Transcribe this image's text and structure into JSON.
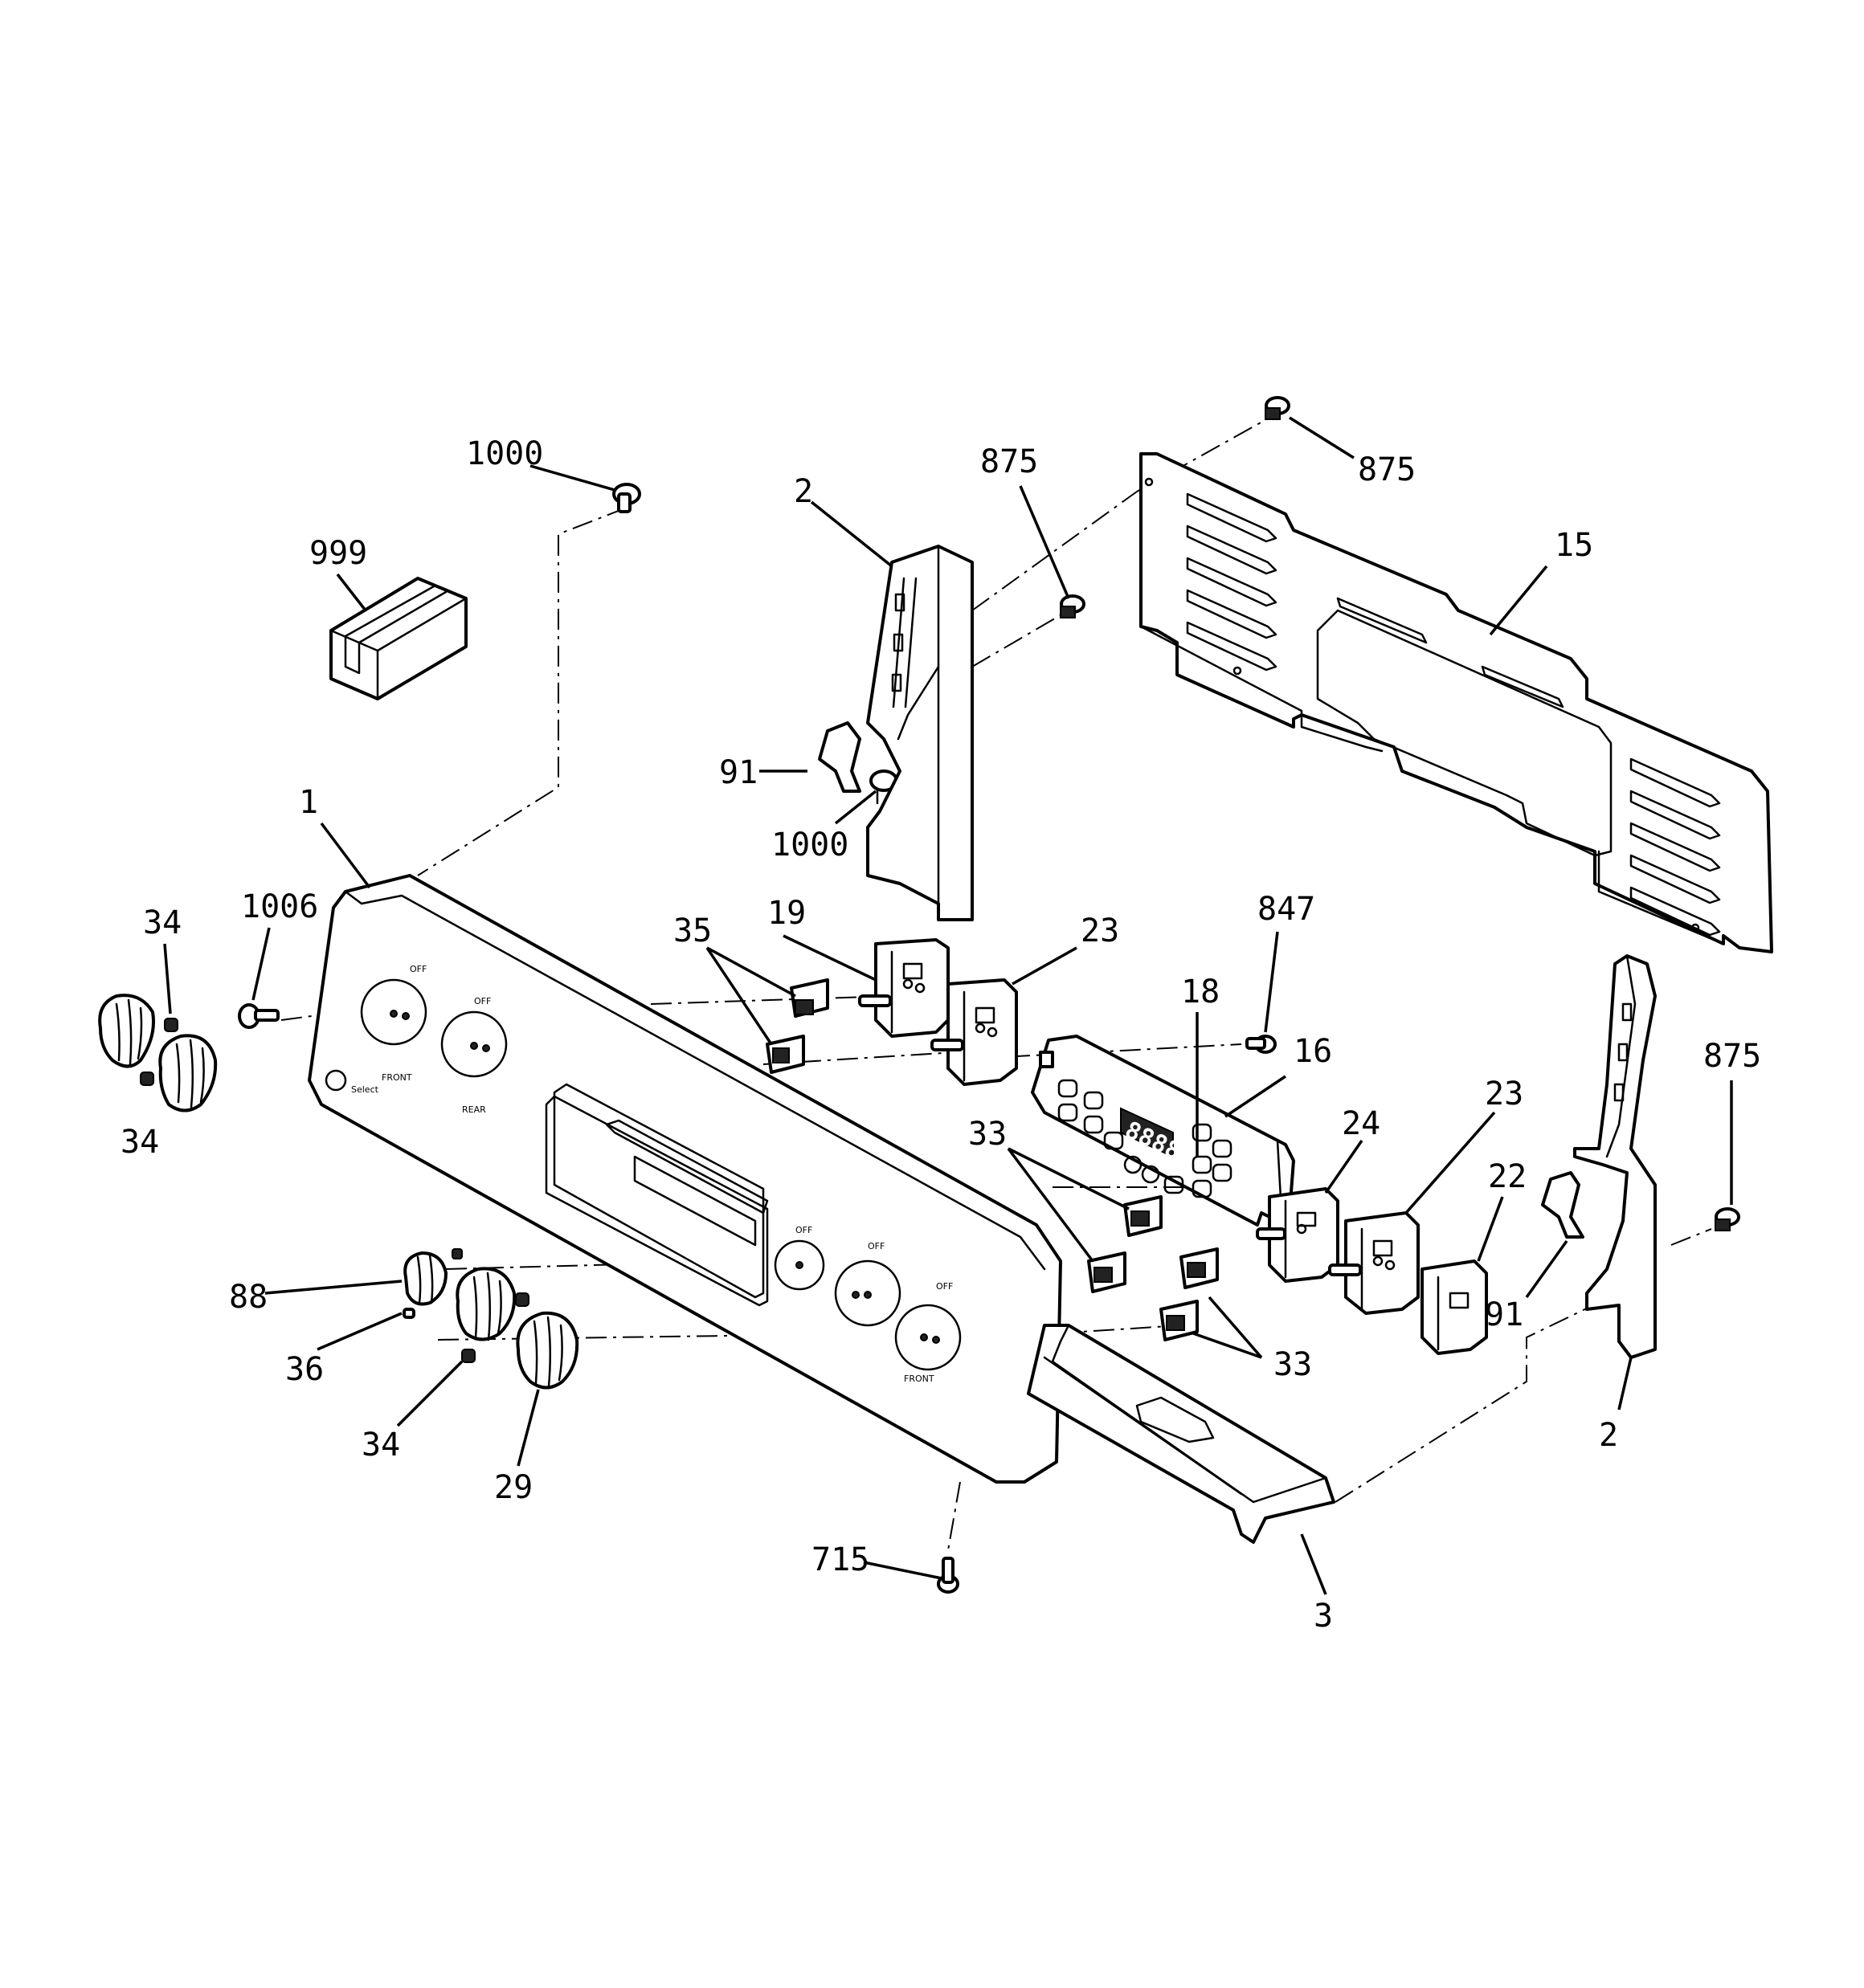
{
  "diagram": {
    "callouts": {
      "c1000a": "1000",
      "c999": "999",
      "c2a": "2",
      "c875a": "875",
      "c875b": "875",
      "c15": "15",
      "c91a": "91",
      "c1000b": "1000",
      "c1": "1",
      "c1006": "1006",
      "c34a": "34",
      "c34b": "34",
      "c19": "19",
      "c35": "35",
      "c23a": "23",
      "c847": "847",
      "c18": "18",
      "c16": "16",
      "c875c": "875",
      "c33a": "33",
      "c24": "24",
      "c23b": "23",
      "c22": "22",
      "c91b": "91",
      "c88": "88",
      "c36": "36",
      "c34c": "34",
      "c29": "29",
      "c33b": "33",
      "c2b": "2",
      "c715": "715",
      "c3": "3"
    },
    "display": "8888"
  }
}
